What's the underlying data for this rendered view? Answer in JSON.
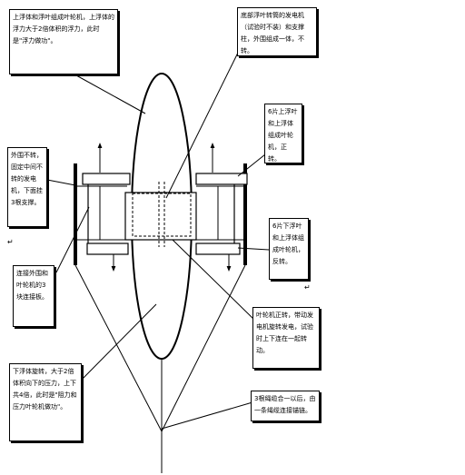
{
  "callouts": {
    "top_left": "上浮体和浮叶组成叶轮机，上浮体的浮力大于2倍体积的浮力，此时是\"浮力做功\"。",
    "top_right": "底部浮叶转筒的发电机（试验时不装）和支撑柱，外围组成一体，不转。",
    "right_upper": "6片上浮叶和上浮体组成叶轮机，正转。",
    "left_middle": "外围不转，固定中间不转的发电机，下面挂3根支撑。",
    "right_middle": "6片下浮叶和上浮体组成叶轮机，反转。",
    "left_lower": "连接外围和叶轮机的3块连接板。",
    "right_lower": "叶轮机正转，带动发电机旋转发电，试验时上下连在一起转动。",
    "bottom_left": "下浮体旋转，大于2倍体积向下的压力，上下共4倍，此时是\"阻力和压力叶轮机做功\"。",
    "bottom_right": "3根绳缆合一以后，由一条绳缆连接锚链。"
  },
  "paragraph_mark": "↵",
  "colors": {
    "line": "#000000",
    "box_fill": "#ffffff"
  }
}
